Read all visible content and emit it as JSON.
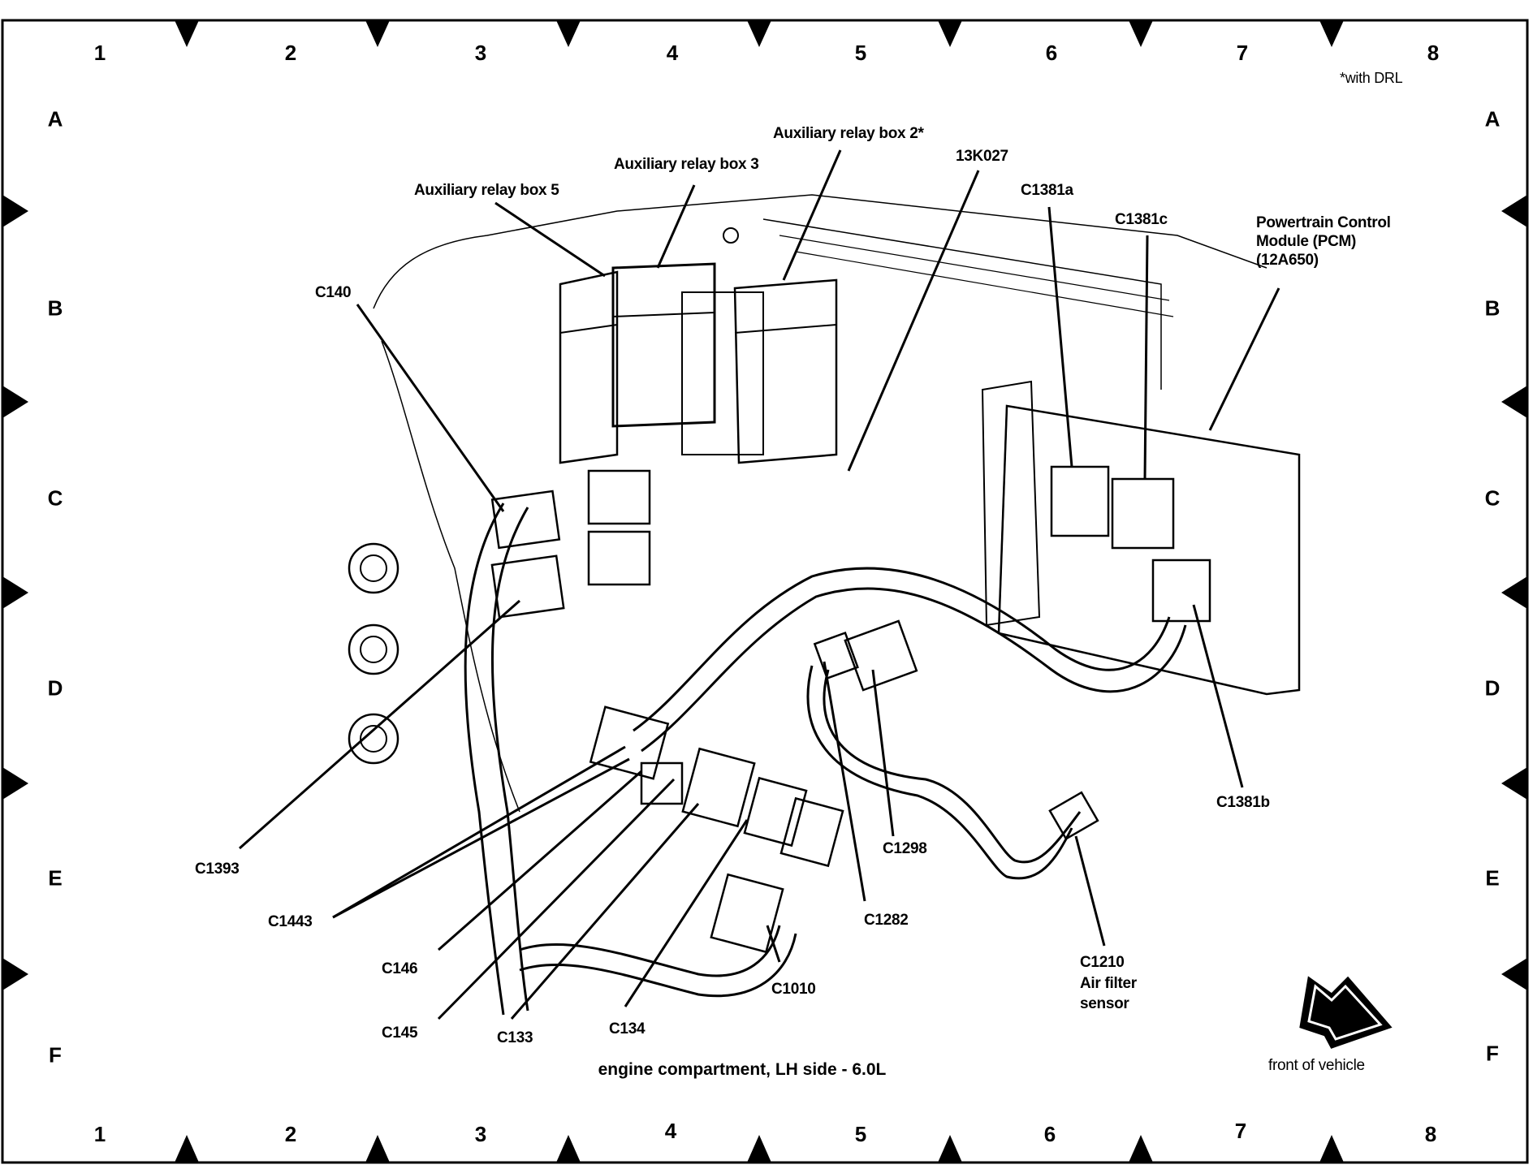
{
  "diagram": {
    "title": "engine compartment, LH side - 6.0L",
    "note": "*with DRL",
    "grid": {
      "columns": [
        "1",
        "2",
        "3",
        "4",
        "5",
        "6",
        "7",
        "8"
      ],
      "rows": [
        "A",
        "B",
        "C",
        "D",
        "E",
        "F"
      ]
    },
    "orientation": {
      "arrow_icon": "front-arrow-icon",
      "label": "front of vehicle"
    },
    "callouts": [
      {
        "id": "aux-relay-box-5",
        "text": "Auxiliary relay box 5"
      },
      {
        "id": "aux-relay-box-3",
        "text": "Auxiliary relay box 3"
      },
      {
        "id": "aux-relay-box-2",
        "text": "Auxiliary relay box 2*"
      },
      {
        "id": "13k027",
        "text": "13K027"
      },
      {
        "id": "c1381a",
        "text": "C1381a"
      },
      {
        "id": "c1381c",
        "text": "C1381c"
      },
      {
        "id": "pcm",
        "text": "Powertrain Control\nModule (PCM)\n(12A650)"
      },
      {
        "id": "c140",
        "text": "C140"
      },
      {
        "id": "c1381b",
        "text": "C1381b"
      },
      {
        "id": "c1298",
        "text": "C1298"
      },
      {
        "id": "c1282",
        "text": "C1282"
      },
      {
        "id": "c1210",
        "text": "C1210\nAir filter\nsensor"
      },
      {
        "id": "c1393",
        "text": "C1393"
      },
      {
        "id": "c1443",
        "text": "C1443"
      },
      {
        "id": "c146",
        "text": "C146"
      },
      {
        "id": "c145",
        "text": "C145"
      },
      {
        "id": "c133",
        "text": "C133"
      },
      {
        "id": "c134",
        "text": "C134"
      },
      {
        "id": "c1010",
        "text": "C1010"
      }
    ]
  }
}
